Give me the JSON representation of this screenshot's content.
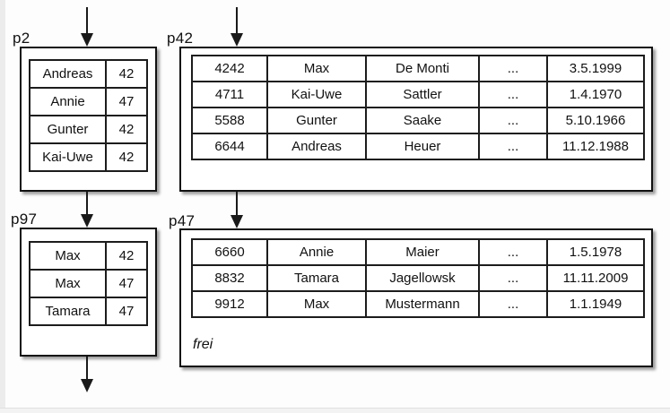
{
  "diagram": {
    "description": "linked database pages with records",
    "colors": {
      "background": "#fdfdfd",
      "box_fill": "#ffffff",
      "border": "#111111",
      "arrow": "#1a1a1a"
    },
    "pages": {
      "p2": {
        "label": "p2",
        "rows": [
          [
            "Andreas",
            "42"
          ],
          [
            "Annie",
            "47"
          ],
          [
            "Gunter",
            "42"
          ],
          [
            "Kai-Uwe",
            "42"
          ]
        ]
      },
      "p42": {
        "label": "p42",
        "rows": [
          [
            "4242",
            "Max",
            "De Monti",
            "...",
            "3.5.1999"
          ],
          [
            "4711",
            "Kai-Uwe",
            "Sattler",
            "...",
            "1.4.1970"
          ],
          [
            "5588",
            "Gunter",
            "Saake",
            "...",
            "5.10.1966"
          ],
          [
            "6644",
            "Andreas",
            "Heuer",
            "...",
            "11.12.1988"
          ]
        ]
      },
      "p97": {
        "label": "p97",
        "rows": [
          [
            "Max",
            "42"
          ],
          [
            "Max",
            "47"
          ],
          [
            "Tamara",
            "47"
          ]
        ]
      },
      "p47": {
        "label": "p47",
        "rows": [
          [
            "6660",
            "Annie",
            "Maier",
            "...",
            "1.5.1978"
          ],
          [
            "8832",
            "Tamara",
            "Jagellowsk",
            "...",
            "11.11.2009"
          ],
          [
            "9912",
            "Max",
            "Mustermann",
            "...",
            "1.1.1949"
          ]
        ],
        "free_label": "frei"
      }
    }
  }
}
